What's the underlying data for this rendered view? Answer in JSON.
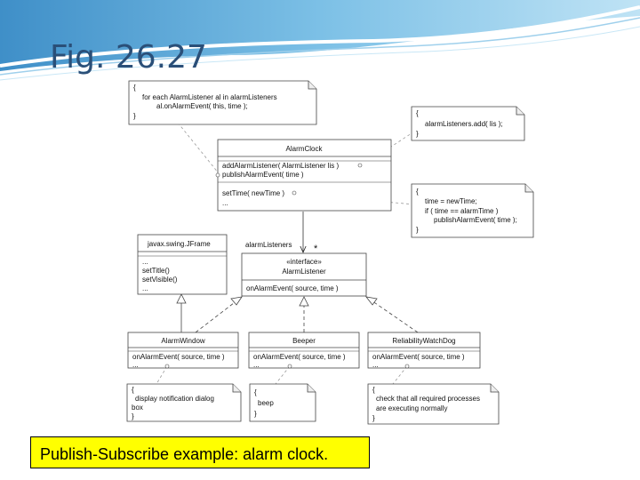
{
  "slide": {
    "title": "Fig. 26.27",
    "caption": "Publish-Subscribe example: alarm clock."
  },
  "colors": {
    "header_blue": "#5aa8d8",
    "title_color": "#2a4f78",
    "caption_bg": "#ffff00",
    "box_fill": "#ffffff"
  },
  "diagram": {
    "note_top": {
      "lines": [
        "{",
        "for each AlarmListener al in alarmListeners",
        "al.onAlarmEvent( this, time );",
        "}"
      ]
    },
    "note_add": {
      "lines": [
        "{",
        "alarmListeners.add( lis );",
        "}"
      ]
    },
    "alarm_clock": {
      "name": "AlarmClock",
      "ops": [
        "addAlarmListener( AlarmListener lis )",
        "publishAlarmEvent( time )",
        "setTime( newTime )",
        "..."
      ]
    },
    "note_settime": {
      "lines": [
        "{",
        "time = newTime;",
        "if ( time == alarmTime )",
        "publishAlarmEvent( time );",
        "}"
      ]
    },
    "jframe": {
      "name": "javax.swing.JFrame",
      "ops": [
        "...",
        "setTitle()",
        "setVisible()",
        "..."
      ]
    },
    "alarm_listener": {
      "role": "alarmListeners",
      "multiplicity": "*",
      "stereotype": "«interface»",
      "name": "AlarmListener",
      "op": "onAlarmEvent( source, time )"
    },
    "alarm_window": {
      "name": "AlarmWindow",
      "ops": [
        "onAlarmEvent( source, time )",
        "..."
      ]
    },
    "beeper": {
      "name": "Beeper",
      "ops": [
        "onAlarmEvent( source, time )",
        "..."
      ]
    },
    "watchdog": {
      "name": "ReliabilityWatchDog",
      "ops": [
        "onAlarmEvent( source, time )",
        "..."
      ]
    },
    "note_window": {
      "lines": [
        "{",
        "display notification dialog",
        "box",
        "}"
      ]
    },
    "note_beeper": {
      "lines": [
        "{",
        "beep",
        "}"
      ]
    },
    "note_watchdog": {
      "lines": [
        "{",
        "check that all required processes",
        "are executing normally",
        "}"
      ]
    }
  }
}
